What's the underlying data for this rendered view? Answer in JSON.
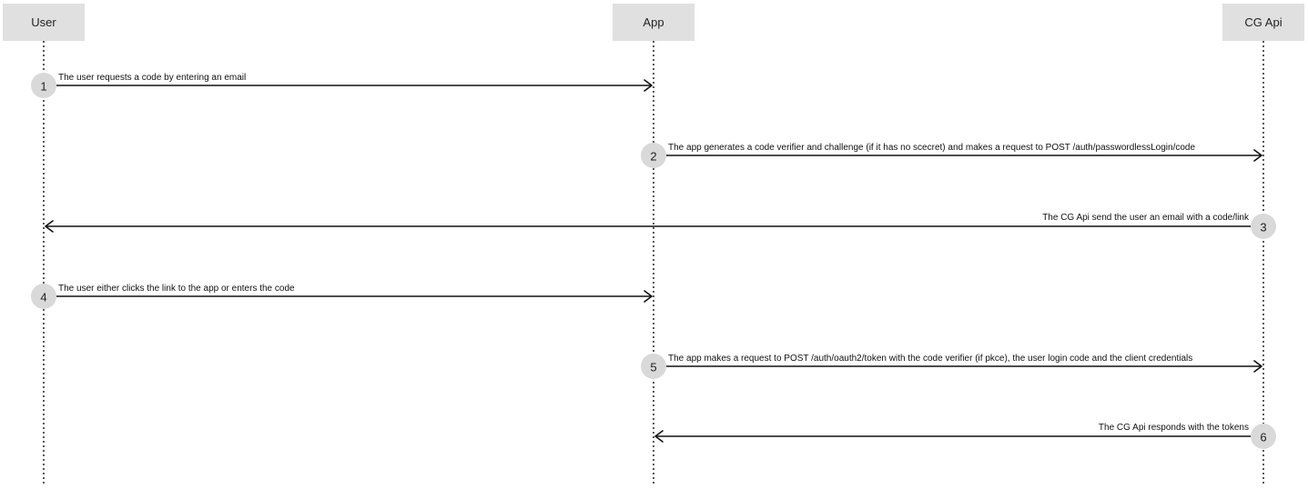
{
  "actors": [
    {
      "id": "user",
      "label": "User"
    },
    {
      "id": "app",
      "label": "App"
    },
    {
      "id": "cgapi",
      "label": "CG Api"
    }
  ],
  "messages": [
    {
      "step": "1",
      "from": "user",
      "to": "app",
      "text": "The user requests a code by entering an email"
    },
    {
      "step": "2",
      "from": "app",
      "to": "cgapi",
      "text": "The app generates a code verifier and challenge (if it has no scecret) and makes a request to POST /auth/passwordlessLogin/code"
    },
    {
      "step": "3",
      "from": "cgapi",
      "to": "user",
      "text": "The CG Api send the user an email with a code/link"
    },
    {
      "step": "4",
      "from": "user",
      "to": "app",
      "text": "The user either clicks the link to the app or enters the code"
    },
    {
      "step": "5",
      "from": "app",
      "to": "cgapi",
      "text": "The app makes a request to POST /auth/oauth2/token with the code verifier (if pkce), the user login code and the client credentials"
    },
    {
      "step": "6",
      "from": "cgapi",
      "to": "app",
      "text": "The CG Api responds with the tokens"
    }
  ],
  "colors": {
    "actor_box": "#e0e0e0",
    "step_circle": "#d9d9d9",
    "line": "#111111"
  }
}
